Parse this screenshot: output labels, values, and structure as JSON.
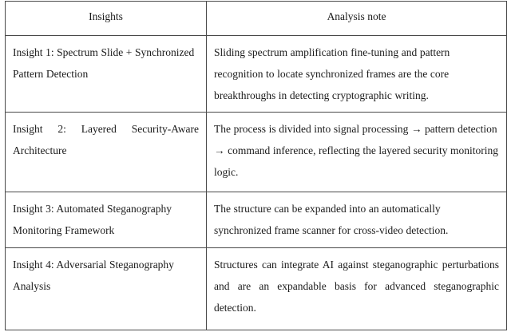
{
  "table": {
    "columns": [
      {
        "key": "insights",
        "header": "Insights",
        "align": "center"
      },
      {
        "key": "note",
        "header": "Analysis note",
        "align": "center"
      }
    ],
    "rows": [
      {
        "insight": "Insight 1: Spectrum Slide + Synchronized Pattern Detection",
        "insight_align": "left",
        "note": "Sliding spectrum amplification fine-tuning and pattern recognition to locate synchronized frames are the core breakthroughs in detecting cryptographic writing.",
        "note_align": "left"
      },
      {
        "insight": "Insight 2: Layered Security-Aware Architecture",
        "insight_align": "justify",
        "note": "The process is divided into signal processing → pattern detection → command inference, reflecting the layered security monitoring logic.",
        "note_align": "left"
      },
      {
        "insight": "Insight 3: Automated Steganography Monitoring Framework",
        "insight_align": "left",
        "note": "The structure can be expanded into an automatically synchronized frame scanner for cross-video detection.",
        "note_align": "left"
      },
      {
        "insight": "Insight 4: Adversarial Steganography Analysis",
        "insight_align": "left",
        "note": "Structures can integrate AI against steganographic perturbations and are an expandable basis for advanced steganographic detection.",
        "note_align": "justify"
      }
    ]
  },
  "style": {
    "border_color": "#4a4a4a",
    "text_color": "#1a1a1a",
    "background": "#ffffff"
  }
}
